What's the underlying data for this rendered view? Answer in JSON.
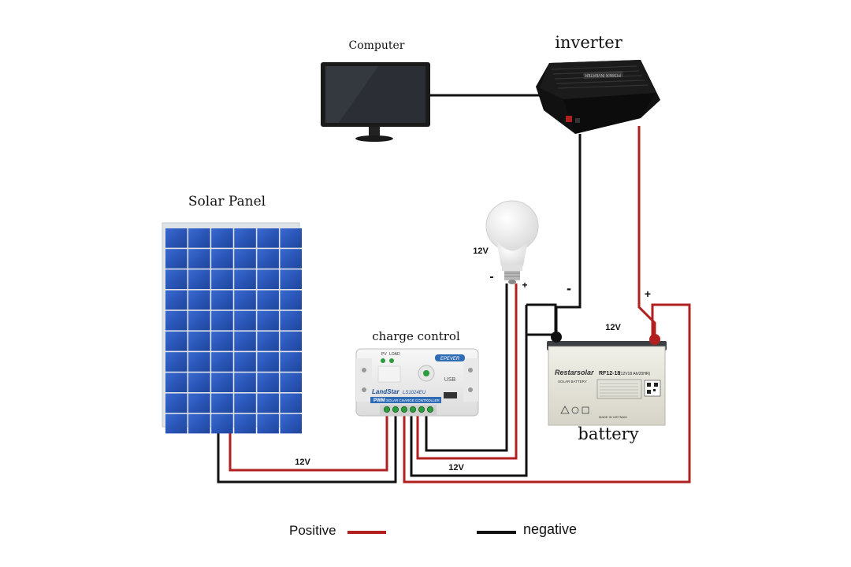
{
  "labels": {
    "computer": "Computer",
    "inverter": "inverter",
    "solar_panel": "Solar Panel",
    "charge_control": "charge control",
    "battery": "battery",
    "bulb_voltage": "12V",
    "bulb_minus": "-",
    "bulb_plus": "+",
    "inverter_minus": "-",
    "battery_plus": "+",
    "battery_voltage": "12V",
    "panel_wire_voltage": "12V",
    "load_wire_voltage": "12V"
  },
  "legend": {
    "positive": "Positive",
    "negative": "negative"
  },
  "device_text": {
    "controller_brand": "EPEVER",
    "controller_model": "LandStar",
    "controller_model_no": "LS1024EU",
    "controller_pwm": "PWM",
    "controller_desc": "SOLAR CHARGE CONTROLLER",
    "controller_usb": "USB",
    "controller_pv": "PV",
    "controller_load": "LOAD",
    "battery_brand": "Restarsolar",
    "battery_model": "RF12-18",
    "battery_spec": "(12V18 Ah/20HR)",
    "battery_sub": "SOLAR BATTERY",
    "battery_made": "MADE IN VIETNAM",
    "inverter_text": "POWER INVERTER"
  },
  "colors": {
    "positive_wire": "#b11f1f",
    "negative_wire": "#111111",
    "panel_cell": "#2a56b8",
    "panel_frame": "#d9dde2"
  }
}
